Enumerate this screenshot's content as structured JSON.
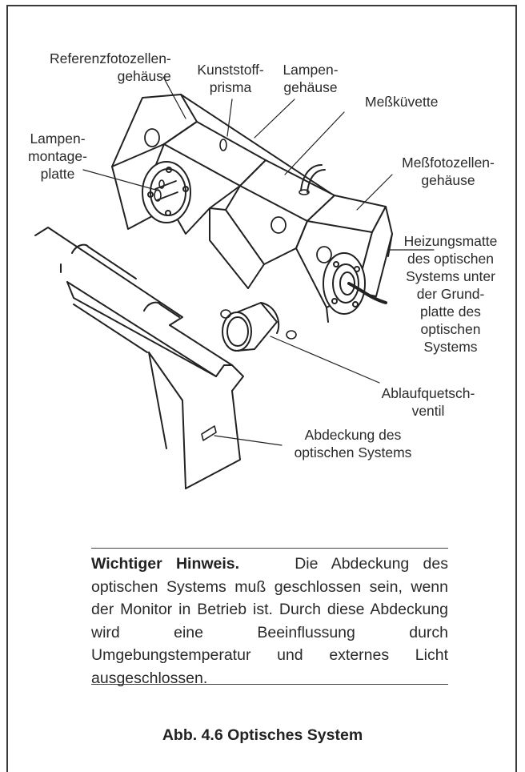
{
  "labels": {
    "referenz": [
      "Referenzfotozellen-",
      "gehäuse"
    ],
    "kunststoff": [
      "Kunststoff-",
      "prisma"
    ],
    "lampengehaeuse": [
      "Lampen-",
      "gehäuse"
    ],
    "messkuevette": [
      "Meßküvette"
    ],
    "lampenmontage": [
      "Lampen-",
      "montage-",
      "platte"
    ],
    "messfotozellen": [
      "Meßfotozellen-",
      "gehäuse"
    ],
    "heizungsmatte": [
      "Heizungsmatte",
      "des optischen",
      "Systems unter",
      "der Grund-",
      "platte des",
      "optischen",
      "Systems"
    ],
    "ablauf": [
      "Ablaufquetsch-",
      "ventil"
    ],
    "abdeckung": [
      "Abdeckung des",
      "optischen Systems"
    ]
  },
  "note": {
    "heading": "Wichtiger Hinweis.",
    "text": "Die Abdeckung des optischen Systems muß geschlossen sein, wenn der Monitor in Betrieb ist. Durch diese Abdeckung wird eine Beeinflussung durch Umgebungstemperatur und externes Licht ausgeschlossen."
  },
  "caption": "Abb. 4.6 Optisches System"
}
